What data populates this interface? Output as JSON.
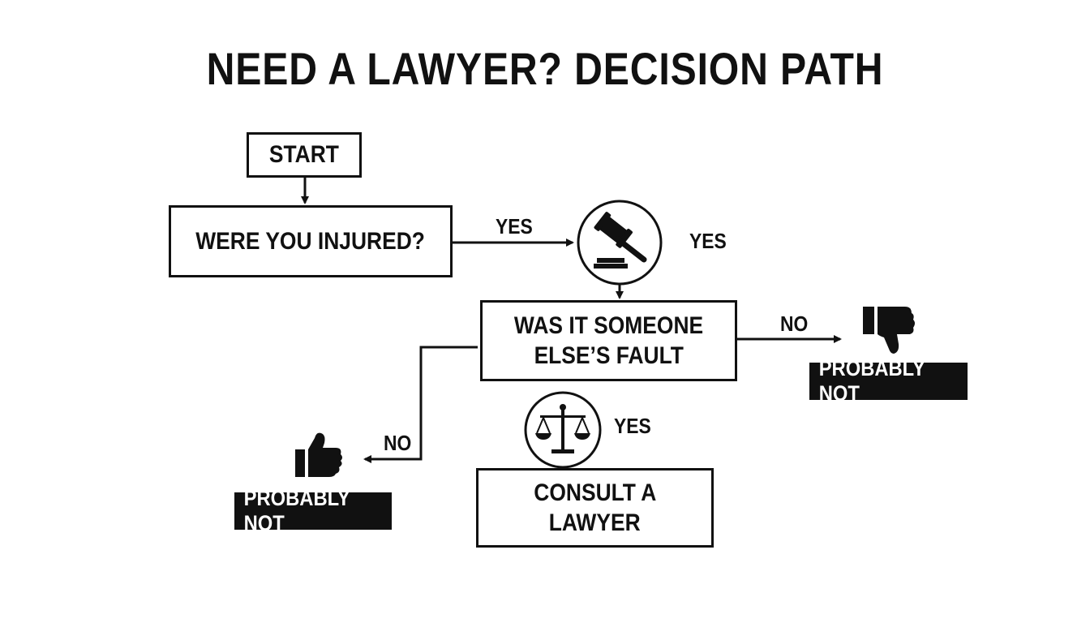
{
  "title": "NEED A LAWYER? DECISION PATH",
  "nodes": {
    "start": "START",
    "q1": "WERE YOU INJURED?",
    "q2_line1": "WAS IT SOMEONE",
    "q2_line2": "ELSE’S FAULT",
    "result_yes_line1": "CONSULT A",
    "result_yes_line2": "LAWYER"
  },
  "edge_labels": {
    "q1_yes": "YES",
    "gavel_yes": "YES",
    "q2_no": "NO",
    "no_left": "NO",
    "scales_yes": "YES"
  },
  "outcomes": {
    "right": "PROBABLY NOT",
    "left": "PROBABLY NOT"
  },
  "icons": [
    "gavel-icon",
    "scales-icon",
    "thumbs-down-icon",
    "thumbs-up-icon"
  ],
  "colors": {
    "ink": "#111111",
    "background": "#ffffff"
  }
}
